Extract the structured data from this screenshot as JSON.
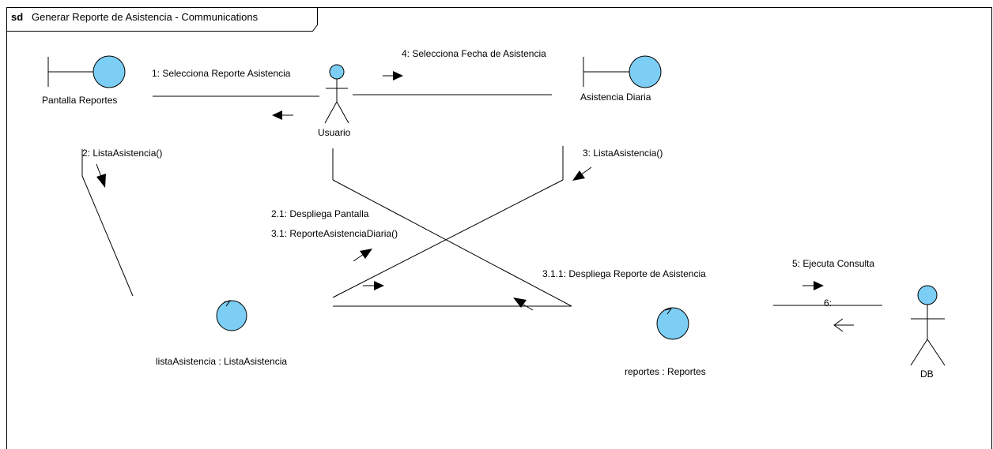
{
  "frame": {
    "keyword": "sd",
    "title": "Generar Reporte de Asistencia  - Communications"
  },
  "participants": {
    "pantalla_reportes": {
      "label": "Pantalla Reportes",
      "kind": "boundary",
      "icon": "boundary-icon"
    },
    "usuario": {
      "label": "Usuario",
      "kind": "actor",
      "icon": "actor-icon"
    },
    "asistencia_diaria": {
      "label": "Asistencia Diaria",
      "kind": "boundary",
      "icon": "boundary-icon"
    },
    "lista_asistencia": {
      "label": "listaAsistencia : ListaAsistencia",
      "kind": "control",
      "icon": "control-icon"
    },
    "reportes": {
      "label": "reportes : Reportes",
      "kind": "control",
      "icon": "control-icon"
    },
    "db": {
      "label": "DB",
      "kind": "actor",
      "icon": "actor-icon"
    }
  },
  "messages": {
    "m1": "1: Selecciona Reporte Asistencia",
    "m4": "4: Selecciona Fecha de Asistencia",
    "m2": "2: ListaAsistencia()",
    "m3": "3: ListaAsistencia()",
    "m21": "2.1: Despliega Pantalla",
    "m31": "3.1: ReporteAsistenciaDiaria()",
    "m311": "3.1.1: Despliega Reporte de Asistencia",
    "m5": "5: Ejecuta Consulta",
    "m6": "6:"
  },
  "colors": {
    "object_fill": "#7ccef5",
    "stroke": "#000000",
    "background": "#ffffff"
  }
}
